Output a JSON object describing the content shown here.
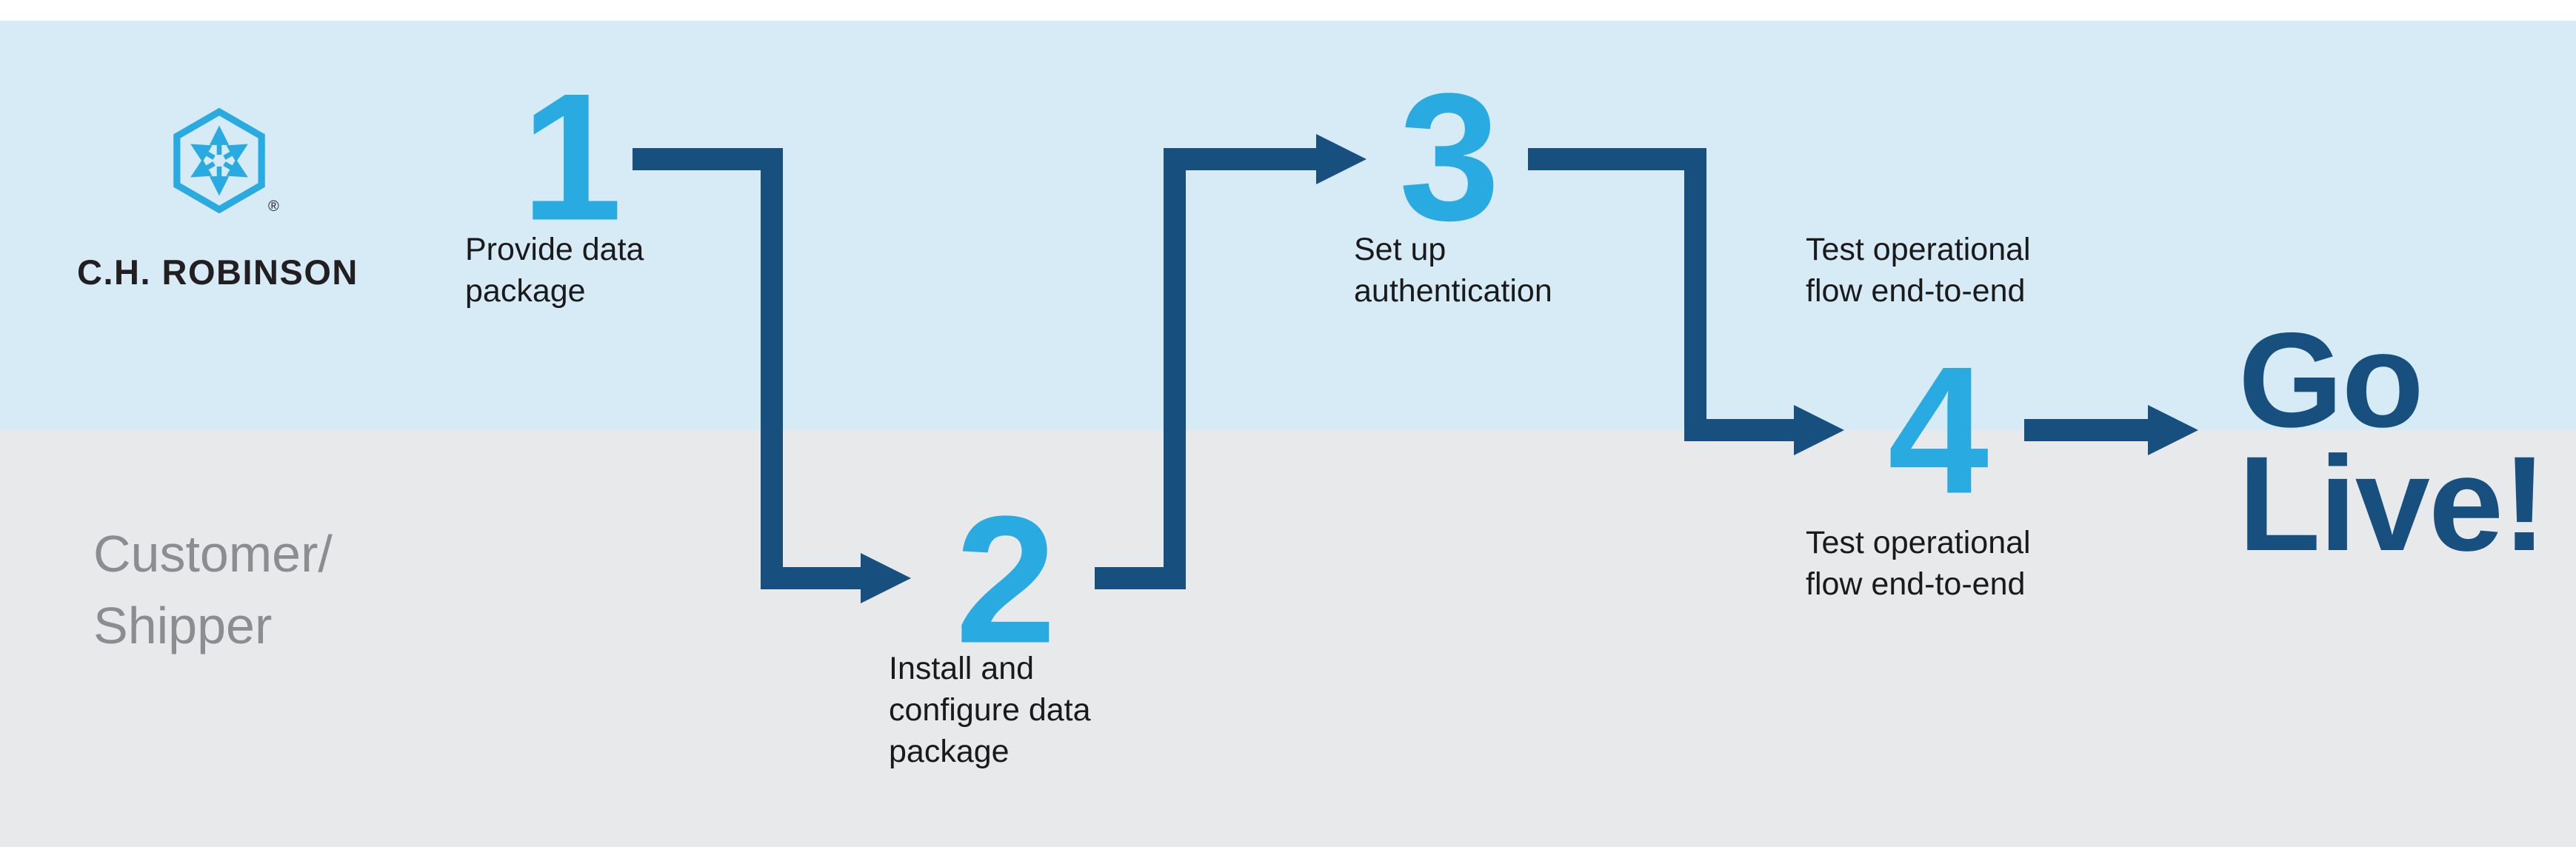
{
  "colors": {
    "lane_top": "#d7ebf7",
    "lane_bottom": "#e8e9ea",
    "accent_cyan": "#29abe2",
    "navy": "#17507f",
    "text_dark": "#1a1a1a",
    "text_gray": "#8b8d90",
    "brand_text": "#231f20"
  },
  "logo": {
    "brand": "C.H. ROBINSON",
    "registered": "®",
    "icon": "hexagon-arrows-icon"
  },
  "lanes": {
    "bottom_label": "Customer/\nShipper"
  },
  "steps": [
    {
      "number": "1",
      "label": "Provide data\npackage"
    },
    {
      "number": "2",
      "label": "Install and\nconfigure data\npackage"
    },
    {
      "number": "3",
      "label": "Set up\nauthentication"
    },
    {
      "number": "4",
      "label_top": "Test operational\nflow end-to-end",
      "label_bottom": "Test operational\nflow end-to-end"
    }
  ],
  "goal": {
    "text": "Go\nLive!"
  }
}
